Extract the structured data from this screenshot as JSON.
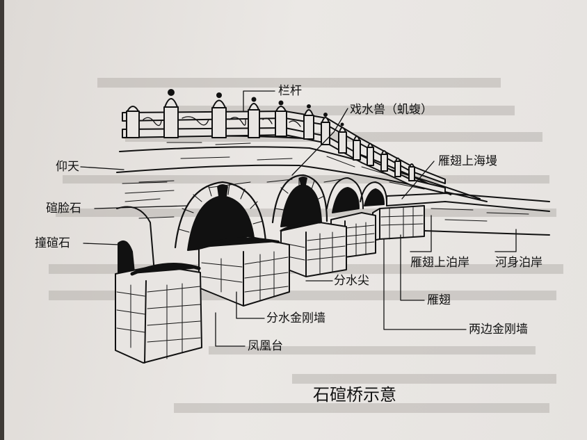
{
  "caption": "石碹桥示意",
  "labels": {
    "langan": "栏杆",
    "xishuishou": "戏水兽（虮蝮）",
    "yangtian": "仰天",
    "xuanlianshi": "碹脸石",
    "zhuangxuanshi": "撞碹石",
    "yanchi_haiman": "雁翅上海墁",
    "yanchi_boan": "雁翅上泊岸",
    "heshen_boan": "河身泊岸",
    "fenshuijian": "分水尖",
    "fenshui_jingangqiang": "分水金刚墙",
    "yanchi": "雁翅",
    "liangbian_jingangqiang": "两边金刚墙",
    "fenghuangtai": "凤凰台"
  },
  "colors": {
    "ink": "#111111",
    "paper": "#e8e5e2",
    "background": "#3e3a36"
  }
}
